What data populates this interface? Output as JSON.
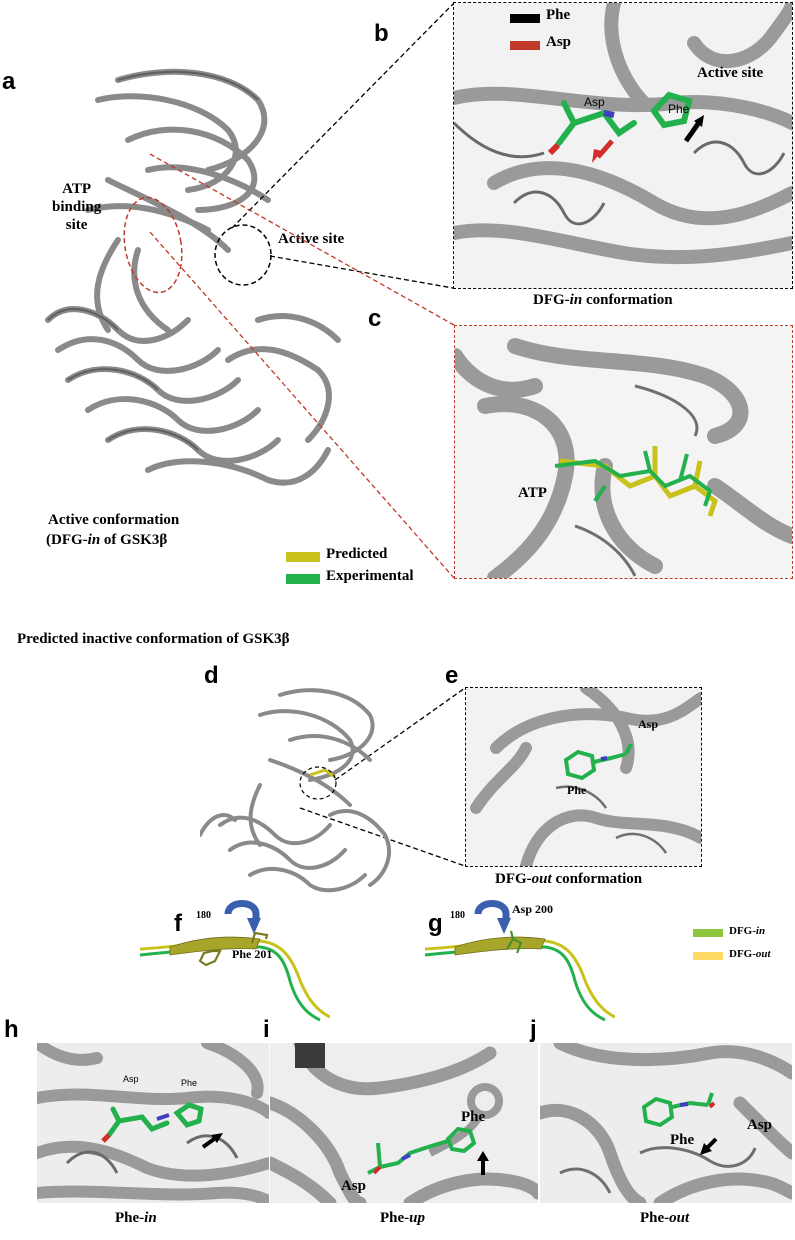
{
  "panels": {
    "a": "a",
    "b": "b",
    "c": "c",
    "d": "d",
    "e": "e",
    "f": "f",
    "g": "g",
    "h": "h",
    "i": "i",
    "j": "j"
  },
  "panel_a": {
    "atp_binding_site": "ATP\nbinding\nsite",
    "active_site": "Active site",
    "caption_line1": "Active conformation",
    "caption_line2_prefix": "(DFG-",
    "caption_line2_italic": "in",
    "caption_line2_suffix": " of GSK3β"
  },
  "panel_b": {
    "legend": [
      {
        "label": "Phe",
        "color": "#000000"
      },
      {
        "label": "Asp",
        "color": "#c0392b"
      }
    ],
    "active_site": "Active site",
    "asp_label": "Asp",
    "phe_label": "Phe",
    "caption_prefix": "DFG-",
    "caption_italic": "in",
    "caption_suffix": " conformation"
  },
  "panel_c": {
    "atp_label": "ATP",
    "legend": [
      {
        "label": "Predicted",
        "color": "#c9c21a"
      },
      {
        "label": "Experimental",
        "color": "#22b14c"
      }
    ]
  },
  "panel_de": {
    "title": "Predicted inactive conformation of GSK3β",
    "asp_label": "Asp",
    "phe_label": "Phe",
    "caption_prefix": "DFG-",
    "caption_italic": "out",
    "caption_suffix": " conformation"
  },
  "panel_f": {
    "rotation": "180",
    "residue": "Phe 201"
  },
  "panel_g": {
    "rotation": "180",
    "residue": "Asp 200",
    "legend": [
      {
        "label_prefix": "DFG-",
        "label_italic": "in",
        "color": "#8dc63f"
      },
      {
        "label_prefix": "DFG-",
        "label_italic": "out",
        "color": "#ffd966"
      }
    ]
  },
  "panel_h": {
    "asp_label": "Asp",
    "phe_label": "Phe",
    "caption_prefix": "Phe-",
    "caption_italic": "in"
  },
  "panel_i": {
    "asp_label": "Asp",
    "phe_label": "Phe",
    "caption_prefix": "Phe-",
    "caption_italic": "up"
  },
  "panel_j": {
    "asp_label": "Asp",
    "phe_label": "Phe",
    "caption_prefix": "Phe-",
    "caption_italic": "out"
  },
  "colors": {
    "ribbon": "#9a9a9a",
    "ribbon_dark": "#6f6f6f",
    "green": "#22b14c",
    "yellow": "#c9c21a",
    "red_box": "#c0392b",
    "blue_arrow": "#3a5fae"
  }
}
